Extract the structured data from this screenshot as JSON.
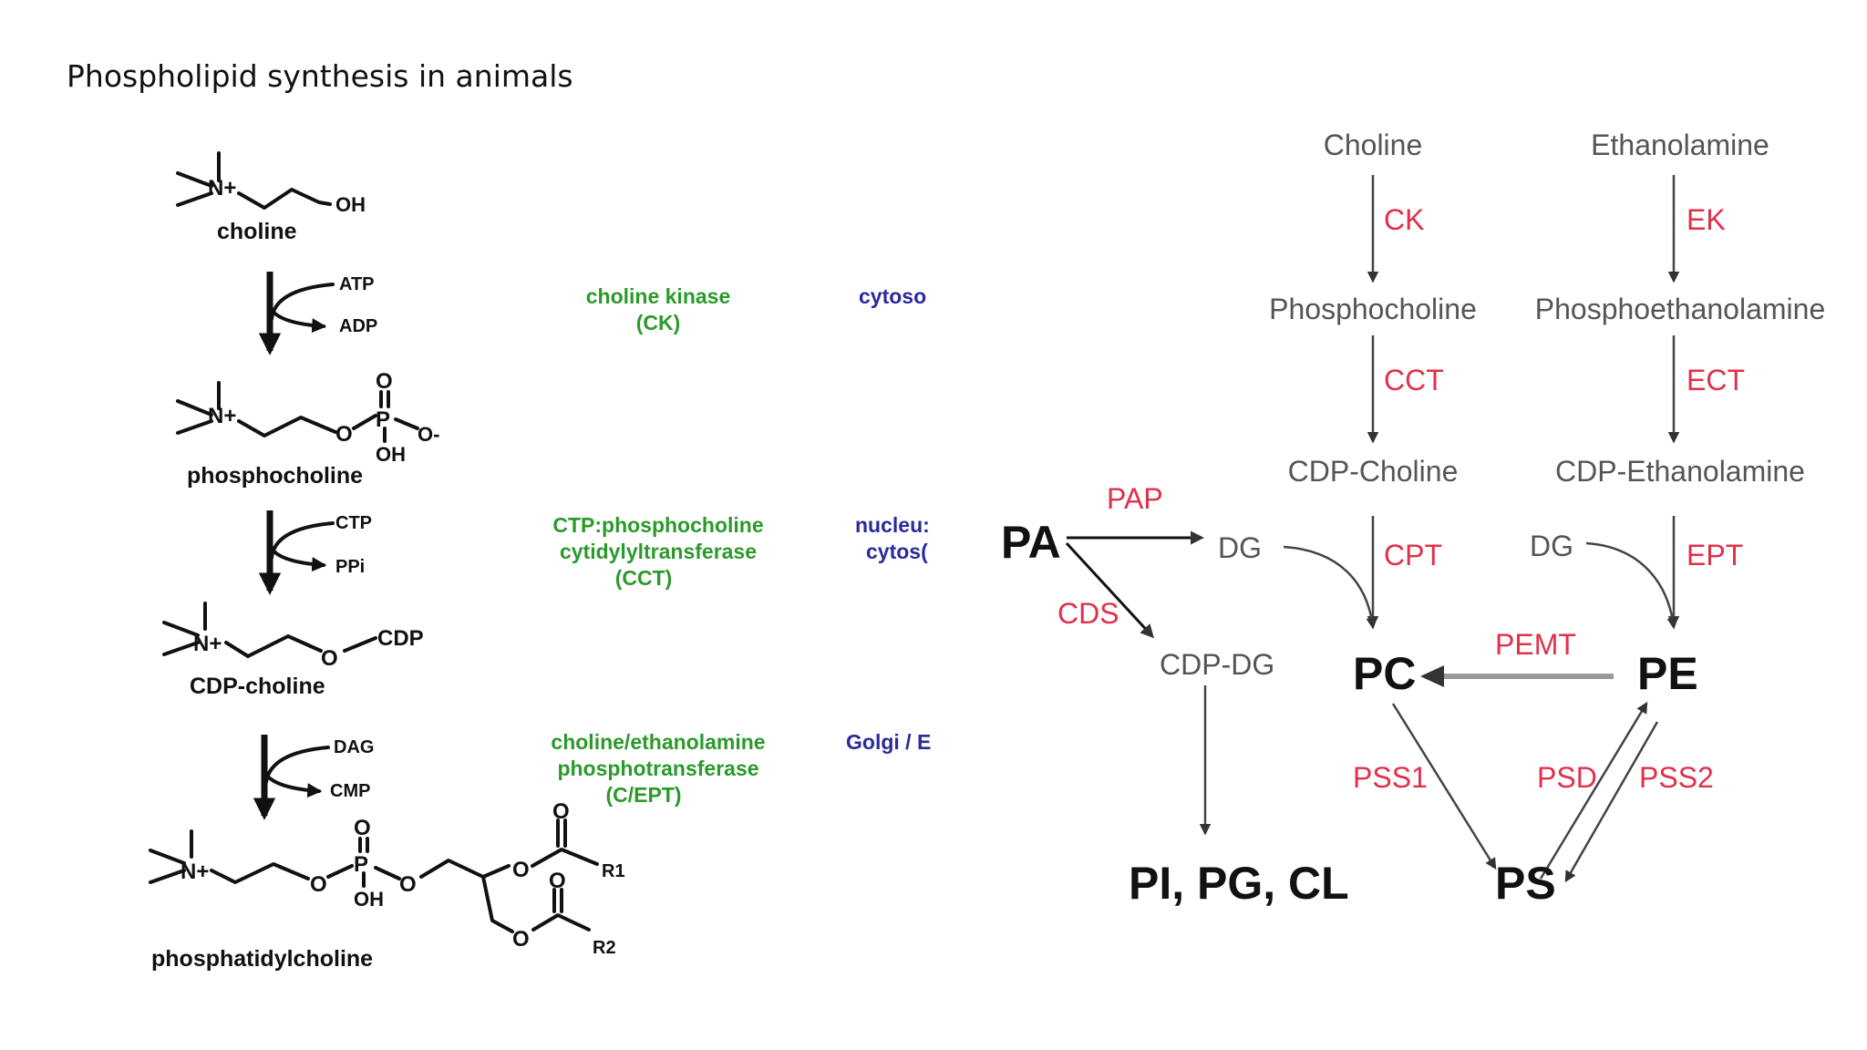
{
  "title": "Phospholipid synthesis in animals",
  "left_pathway": {
    "molecules": {
      "choline": "choline",
      "phosphocholine": "phosphocholine",
      "cdp_choline": "CDP-choline",
      "phosphatidylcholine": "phosphatidylcholine"
    },
    "atoms": {
      "n_plus": "N+",
      "oh": "OH",
      "o": "O",
      "o_minus": "O-",
      "p": "P",
      "cdp": "CDP",
      "r1": "R1",
      "r2": "R2"
    },
    "steps": [
      {
        "in": "ATP",
        "out": "ADP",
        "enzyme": [
          "choline kinase",
          "(CK)"
        ],
        "location": [
          "cytoso"
        ]
      },
      {
        "in": "CTP",
        "out": "PPi",
        "enzyme": [
          "CTP:phosphocholine",
          "cytidylyltransferase",
          "(CCT)"
        ],
        "location": [
          "nucleu:",
          "cytos("
        ]
      },
      {
        "in": "DAG",
        "out": "CMP",
        "enzyme": [
          "choline/ethanolamine",
          "phosphotransferase",
          "(C/EPT)"
        ],
        "location": [
          "Golgi / E"
        ]
      }
    ]
  },
  "right_pathway": {
    "nodes": {
      "choline": "Choline",
      "ethanolamine": "Ethanolamine",
      "phosphocholine": "Phosphocholine",
      "phosphoethanolamine": "Phosphoethanolamine",
      "cdp_choline": "CDP-Choline",
      "cdp_ethanolamine": "CDP-Ethanolamine",
      "pa": "PA",
      "dg_left": "DG",
      "dg_right": "DG",
      "cdp_dg": "CDP-DG",
      "pc": "PC",
      "pe": "PE",
      "ps": "PS",
      "pi_pg_cl": "PI, PG, CL"
    },
    "enzymes": {
      "ck": "CK",
      "ek": "EK",
      "cct": "CCT",
      "ect": "ECT",
      "cpt": "CPT",
      "ept": "EPT",
      "pap": "PAP",
      "cds": "CDS",
      "pemt": "PEMT",
      "pss1": "PSS1",
      "psd": "PSD",
      "pss2": "PSS2"
    }
  },
  "colors": {
    "enzyme_left": "#2b9a2b",
    "location_left": "#2a2a9e",
    "enzyme_right": "#e0304a"
  }
}
